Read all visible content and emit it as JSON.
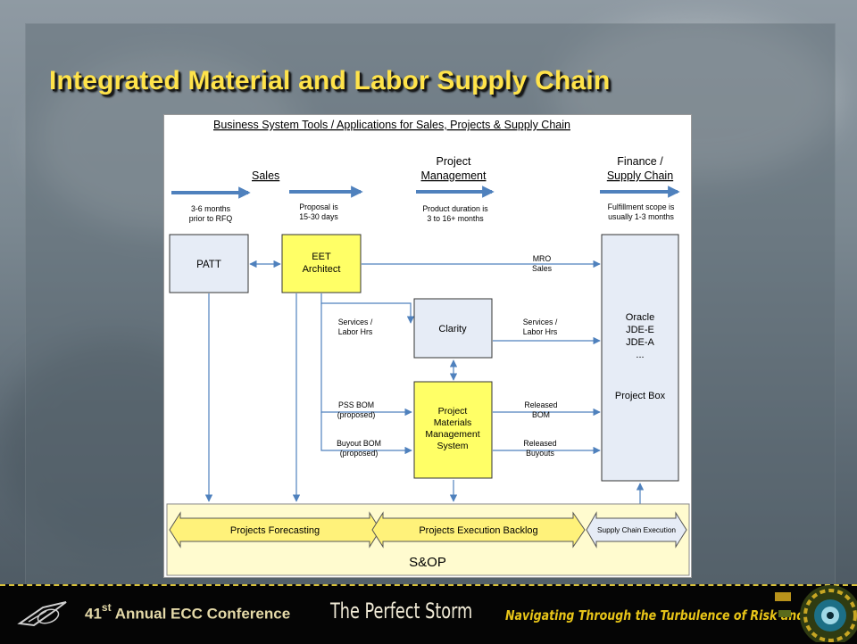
{
  "slide": {
    "title": "Integrated Material and Labor Supply Chain"
  },
  "diagram": {
    "heading": "Business System Tools / Applications for Sales, Projects & Supply Chain",
    "phases": {
      "sales": "Sales",
      "project_management": [
        "Project",
        "Management"
      ],
      "finance_supply_chain": [
        "Finance /",
        "Supply Chain"
      ]
    },
    "phase_notes": {
      "rfq": [
        "3-6 months",
        "prior to RFQ"
      ],
      "proposal": [
        "Proposal is",
        "15-30 days"
      ],
      "product_duration": [
        "Product duration is",
        "3 to 16+ months"
      ],
      "fulfillment": [
        "Fulfillment scope is",
        "usually 1-3 months"
      ]
    },
    "boxes": {
      "patt": "PATT",
      "eet": [
        "EET",
        "Architect"
      ],
      "clarity": "Clarity",
      "pmms": [
        "Project",
        "Materials",
        "Management",
        "System"
      ],
      "erp": [
        "Oracle",
        "JDE-E",
        "JDE-A",
        "..."
      ],
      "project_box": "Project Box"
    },
    "flow_labels": {
      "mro_sales": [
        "MRO",
        "Sales"
      ],
      "services_left": [
        "Services /",
        "Labor Hrs"
      ],
      "services_right": [
        "Services /",
        "Labor Hrs"
      ],
      "pss_bom": [
        "PSS BOM",
        "(proposed)"
      ],
      "buyout_bom": [
        "Buyout BOM",
        "(proposed)"
      ],
      "released_bom": [
        "Released",
        "BOM"
      ],
      "released_buyouts": [
        "Released",
        "Buyouts"
      ]
    },
    "sop_band": {
      "projects_forecasting": "Projects Forecasting",
      "projects_execution_backlog": "Projects Execution Backlog",
      "supply_chain_execution": "Supply Chain Execution",
      "label": "S&OP"
    }
  },
  "footer": {
    "ordinal": "41",
    "ordinal_suffix": "st",
    "conference": "Annual ECC Conference",
    "theme": "The Perfect Storm",
    "tagline": "Navigating Through the Turbulence of Risk and Change"
  },
  "colors": {
    "title": "#ffe34a",
    "box_yellow": "#ffff66",
    "box_blue": "#e6ecf6",
    "arrow_blue": "#4f81bd",
    "sop_band": "#fffbcf",
    "footer_accent": "#e8c518"
  }
}
